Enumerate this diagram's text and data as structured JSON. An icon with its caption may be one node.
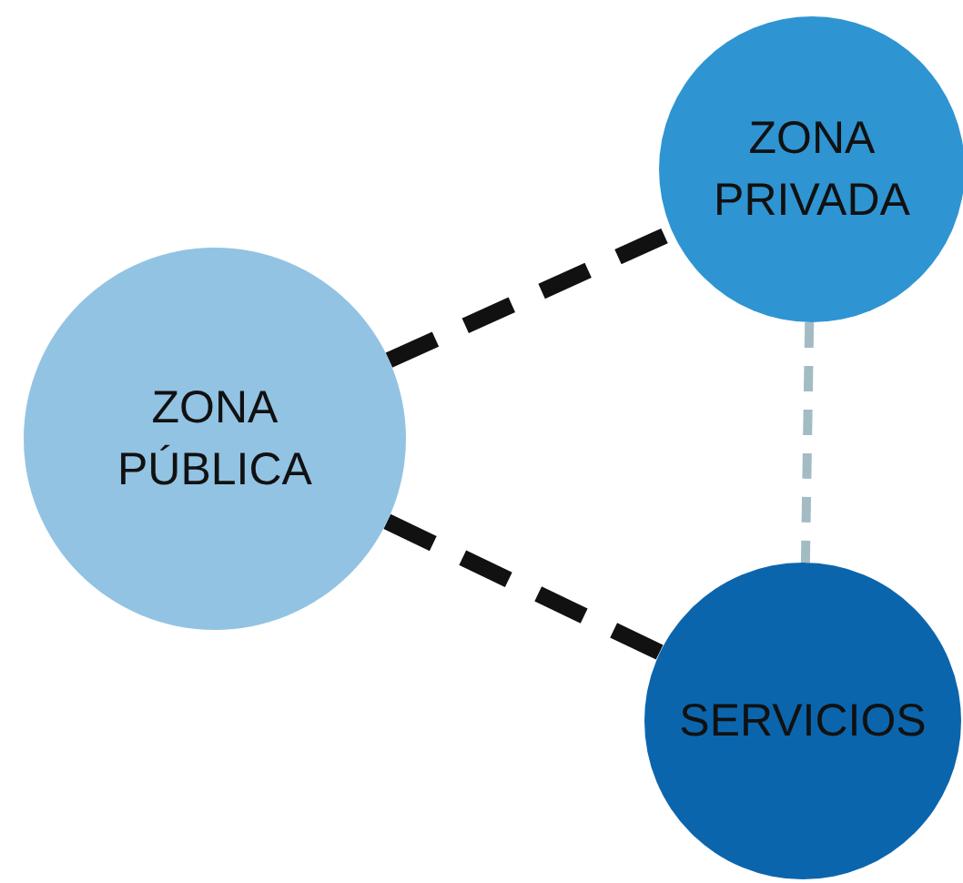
{
  "diagram": {
    "nodes": [
      {
        "text": [
          "ZONA PÚBLICA"
        ]
      },
      {
        "text": [
          "ZONA PRIVADA"
        ]
      },
      {
        "text": [
          "SERVICIOS"
        ]
      }
    ],
    "edges": [
      {
        "from": 0,
        "to": 1,
        "arrow": "none",
        "style": "dashed"
      },
      {
        "from": 0,
        "to": 2,
        "arrow": "none",
        "style": "dashed"
      },
      {
        "from": 1,
        "to": 2,
        "arrow": "none",
        "style": "dashed",
        "color": "#a3bcc3"
      }
    ]
  }
}
